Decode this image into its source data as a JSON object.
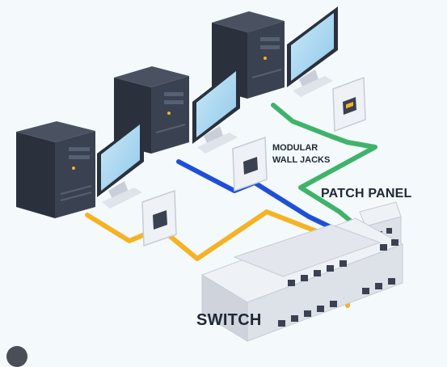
{
  "labels": {
    "jacks_line1": "MODULAR",
    "jacks_line2": "WALL JACKS",
    "patch_panel": "PATCH PANEL",
    "switch": "SWITCH"
  },
  "colors": {
    "background": "#f4f9fc",
    "cable_yellow": "#f5b323",
    "cable_blue": "#1f4fd8",
    "cable_green": "#3fb36a",
    "tower_dark": "#343b48",
    "monitor_screen": "#a9d7f0",
    "device_light": "#e3e6ec"
  },
  "icons": [
    "pc-tower-icon",
    "monitor-icon",
    "wall-jack-icon",
    "patch-panel-icon",
    "network-switch-icon"
  ]
}
